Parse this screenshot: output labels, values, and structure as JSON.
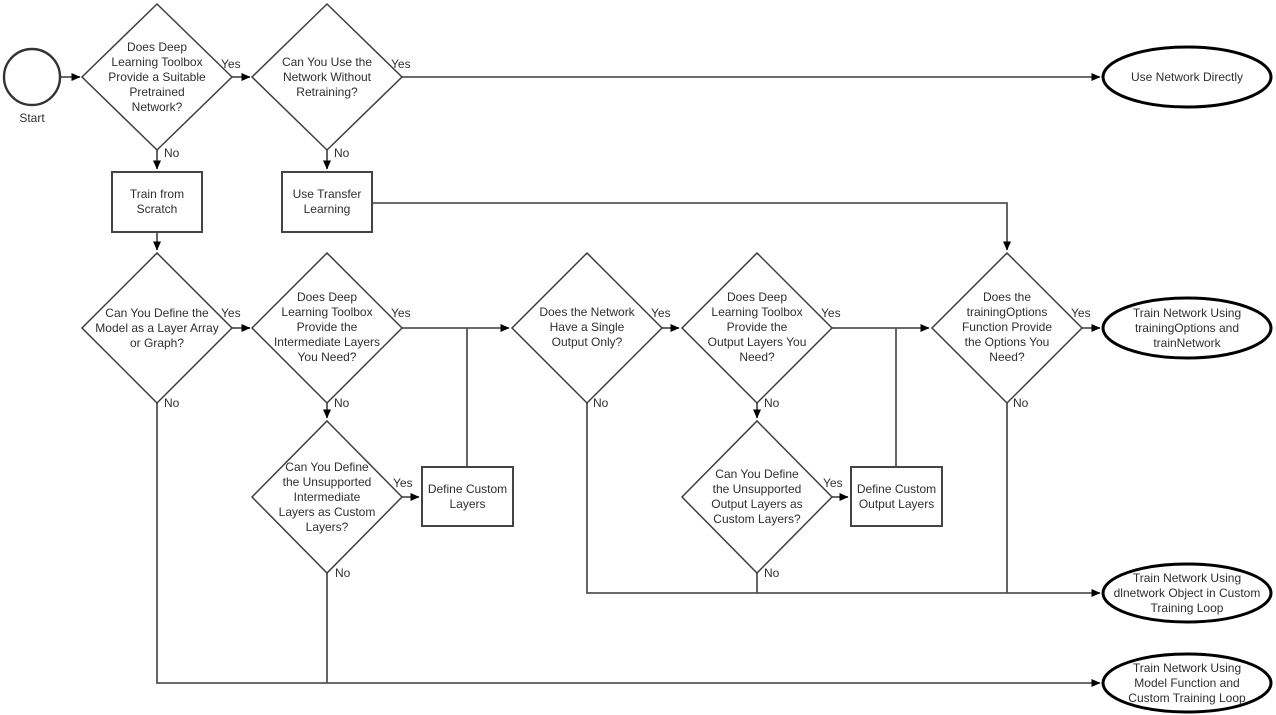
{
  "diagram": {
    "edge_labels": {
      "yes": "Yes",
      "no": "No"
    },
    "colors": {
      "connector": "#555555",
      "shape_stroke": "#3f3f3f",
      "terminal_stroke": "#000000",
      "text": "#2f2f2f",
      "background": "#ffffff"
    },
    "nodes": {
      "start": "Start",
      "pretrained": "Does Deep\nLearning Toolbox\nProvide a Suitable\nPretrained\nNetwork?",
      "without_retraining": "Can You Use the\nNetwork Without\nRetraining?",
      "use_network_directly": "Use Network Directly",
      "train_from_scratch": "Train from\nScratch",
      "use_transfer_learning": "Use Transfer\nLearning",
      "layer_array_or_graph": "Can You Define the\nModel as a Layer Array\nor Graph?",
      "intermediate_layers": "Does Deep\nLearning Toolbox\nProvide the\nIntermediate Layers\nYou Need?",
      "single_output": "Does the Network\nHave a Single\nOutput Only?",
      "output_layers": "Does Deep\nLearning Toolbox\nProvide the\nOutput Layers You\nNeed?",
      "training_options": "Does the\ntrainingOptions\nFunction Provide\nthe Options You\nNeed?",
      "custom_intermediate_layers": "Can You Define\nthe Unsupported\nIntermediate\nLayers as Custom\nLayers?",
      "custom_output_layers": "Can You Define\nthe Unsupported\nOutput Layers as\nCustom Layers?",
      "define_custom_layers": "Define Custom\nLayers",
      "define_custom_output_layers": "Define Custom\nOutput Layers",
      "train_trainnetwork": "Train Network Using\ntrainingOptions and\ntrainNetwork",
      "train_dlnetwork": "Train Network Using\ndlnetwork Object in Custom\nTraining Loop",
      "train_model_function": "Train Network Using\nModel Function and\nCustom Training Loop"
    }
  }
}
